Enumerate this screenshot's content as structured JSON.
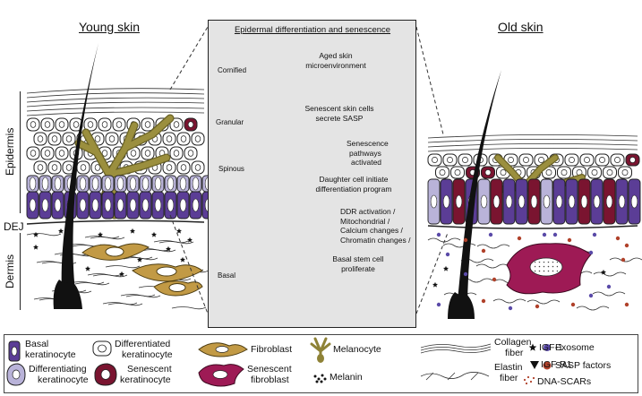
{
  "titles": {
    "young": "Young skin",
    "center": "Epidermal differentiation and senescence",
    "old": "Old skin"
  },
  "side_labels": {
    "epidermis": "Epidermis",
    "dej": "DEJ",
    "dermis": "Dermis"
  },
  "layers": {
    "cornified": "Cornified",
    "granular": "Granular",
    "spinous": "Spinous",
    "basal": "Basal"
  },
  "center_texts": {
    "aged_1": "Aged skin",
    "aged_2": "microenvironment",
    "sasp_1": "Senescent skin cells",
    "sasp_2": "secrete SASP",
    "pathways_1": "Senescence",
    "pathways_2": "pathways",
    "pathways_3": "activated",
    "daughter_1": "Daughter cell initiate",
    "daughter_2": "differentiation program",
    "ddr_1": "DDR activation /",
    "ddr_2": "Mitochondrial /",
    "ddr_3": "Calcium changes /",
    "ddr_4": "Chromatin changes /",
    "stem_1": "Basal stem cell",
    "stem_2": "proliferate"
  },
  "legend": {
    "basal_1": "Basal",
    "basal_2": "keratinocyte",
    "diffd_1": "Differentiated",
    "diffd_2": "keratinocyte",
    "fibroblast": "Fibroblast",
    "melanocyte": "Melanocyte",
    "collagen_1": "Collagen",
    "collagen_2": "fiber",
    "igf1": "IGF-1",
    "exosome": "Exosome",
    "diffing_1": "Differentiating",
    "diffing_2": "keratinocyte",
    "senk_1": "Senescent",
    "senk_2": "keratinocyte",
    "senf_1": "Senescent",
    "senf_2": "fibroblast",
    "melanin": "Melanin",
    "elastin_1": "Elastin",
    "elastin_2": "fiber",
    "igfr1": "IGF-R1",
    "sasp": "SASP factors",
    "dnascars": "DNA-SCARs"
  },
  "colors": {
    "basal": "#5b3d96",
    "differentiating": "#b9b3d9",
    "senescent": "#7a1430",
    "fibroblast": "#b08f3c",
    "melanocyte": "#8e8236",
    "senescent_fibroblast": "#9e1a55",
    "exosome": "#5a4aa8",
    "sasp": "#b0412a",
    "panel": "#e4e4e4"
  }
}
